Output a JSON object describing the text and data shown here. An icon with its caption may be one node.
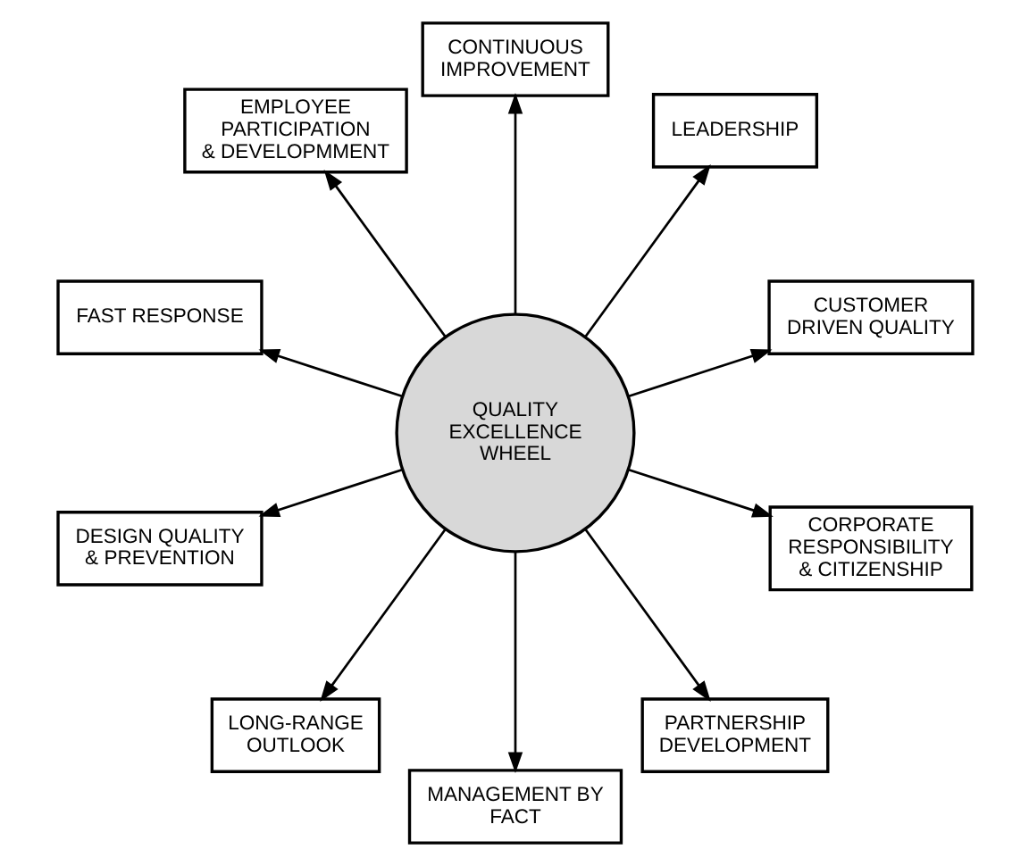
{
  "diagram": {
    "nodes": [
      {
        "text": [
          "QUALITY EXCELLENCE WHEEL"
        ]
      },
      {
        "text": [
          "CUSTOMER DRIVEN QUALITY"
        ]
      },
      {
        "text": [
          "LEADERSHIP"
        ]
      },
      {
        "text": [
          "CONTINUOUS IMPROVEMENT"
        ]
      },
      {
        "text": [
          "EMPLOYEE PARTICIPATION & DEVELOPMMENT"
        ]
      },
      {
        "text": [
          "FAST RESPONSE"
        ]
      },
      {
        "text": [
          "DESIGN QUALITY & PREVENTION"
        ]
      },
      {
        "text": [
          "LONG-RANGE OUTLOOK"
        ]
      },
      {
        "text": [
          "MANAGEMENT BY FACT"
        ]
      },
      {
        "text": [
          "PARTNERSHIP DEVELOPMENT"
        ]
      },
      {
        "text": [
          "CORPORATE RESPONSIBILITY & CITIZENSHIP"
        ]
      }
    ],
    "edges": [
      {
        "from": 0,
        "to": 1,
        "arrow": "to"
      },
      {
        "from": 0,
        "to": 2,
        "arrow": "to"
      },
      {
        "from": 0,
        "to": 3,
        "arrow": "to"
      },
      {
        "from": 0,
        "to": 4,
        "arrow": "to"
      },
      {
        "from": 0,
        "to": 5,
        "arrow": "to"
      },
      {
        "from": 0,
        "to": 6,
        "arrow": "to"
      },
      {
        "from": 0,
        "to": 7,
        "arrow": "to"
      },
      {
        "from": 0,
        "to": 8,
        "arrow": "to"
      },
      {
        "from": 0,
        "to": 9,
        "arrow": "to"
      },
      {
        "from": 0,
        "to": 10,
        "arrow": "to"
      }
    ]
  }
}
